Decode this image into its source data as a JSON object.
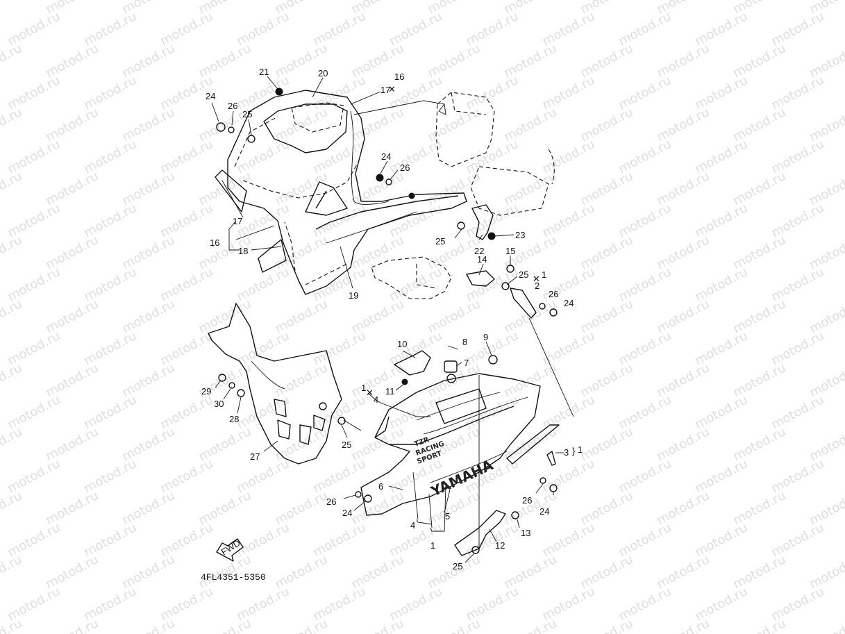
{
  "watermark": "motod.ru",
  "diagram_code": "4FL4351-5350",
  "fwd_label": "FWD",
  "decal_text": {
    "tzr": "TZR",
    "racing": "RACING",
    "sport": "SPORT",
    "brand": "YAMAHA"
  },
  "callouts": [
    {
      "id": "c21a",
      "text": "21"
    },
    {
      "id": "c20",
      "text": "20"
    },
    {
      "id": "c16a",
      "text": "16"
    },
    {
      "id": "c17a",
      "text": "17"
    },
    {
      "id": "c24a",
      "text": "24"
    },
    {
      "id": "c26a",
      "text": "26"
    },
    {
      "id": "c25a",
      "text": "25"
    },
    {
      "id": "c24b",
      "text": "24"
    },
    {
      "id": "c26b",
      "text": "26"
    },
    {
      "id": "c17b",
      "text": "17"
    },
    {
      "id": "c16b",
      "text": "16"
    },
    {
      "id": "c18",
      "text": "18"
    },
    {
      "id": "c25b",
      "text": "25"
    },
    {
      "id": "c22",
      "text": "22"
    },
    {
      "id": "c23",
      "text": "23"
    },
    {
      "id": "c19",
      "text": "19"
    },
    {
      "id": "c15",
      "text": "15"
    },
    {
      "id": "c14",
      "text": "14"
    },
    {
      "id": "c25c",
      "text": "25"
    },
    {
      "id": "c1a",
      "text": "1"
    },
    {
      "id": "c2",
      "text": "2"
    },
    {
      "id": "c26c",
      "text": "26"
    },
    {
      "id": "c24c",
      "text": "24"
    },
    {
      "id": "c10",
      "text": "10"
    },
    {
      "id": "c8",
      "text": "8"
    },
    {
      "id": "c9",
      "text": "9"
    },
    {
      "id": "c7",
      "text": "7"
    },
    {
      "id": "c1b",
      "text": "1"
    },
    {
      "id": "c4a",
      "text": "4"
    },
    {
      "id": "c11",
      "text": "11"
    },
    {
      "id": "c29",
      "text": "29"
    },
    {
      "id": "c30",
      "text": "30"
    },
    {
      "id": "c28",
      "text": "28"
    },
    {
      "id": "c25d",
      "text": "25"
    },
    {
      "id": "c27",
      "text": "27"
    },
    {
      "id": "c3",
      "text": "3"
    },
    {
      "id": "c1c",
      "text": "1"
    },
    {
      "id": "c6",
      "text": "6"
    },
    {
      "id": "c26d",
      "text": "26"
    },
    {
      "id": "c24d",
      "text": "24"
    },
    {
      "id": "c4b",
      "text": "4"
    },
    {
      "id": "c5",
      "text": "5"
    },
    {
      "id": "c1d",
      "text": "1"
    },
    {
      "id": "c26e",
      "text": "26"
    },
    {
      "id": "c24e",
      "text": "24"
    },
    {
      "id": "c13",
      "text": "13"
    },
    {
      "id": "c12",
      "text": "12"
    },
    {
      "id": "c25e",
      "text": "25"
    }
  ]
}
